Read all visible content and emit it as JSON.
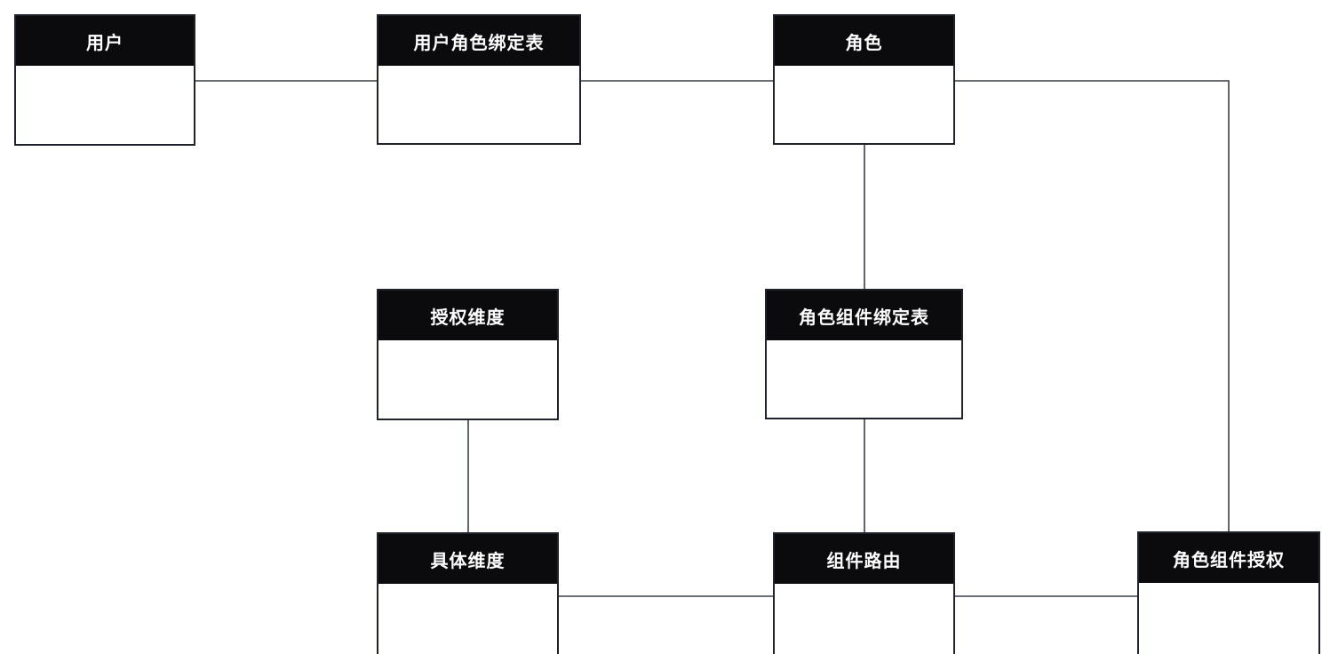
{
  "diagram": {
    "type": "entity-relationship",
    "background": "#ffffff",
    "colors": {
      "header_bg": "#0b0b0d",
      "header_text": "#ffffff",
      "body_bg": "#ffffff",
      "border": "#1f232b",
      "connector": "#3b3f48"
    },
    "nodes": [
      {
        "id": "user",
        "label": "用户"
      },
      {
        "id": "user_role_binding",
        "label": "用户角色绑定表"
      },
      {
        "id": "role",
        "label": "角色"
      },
      {
        "id": "auth_dimension",
        "label": "授权维度"
      },
      {
        "id": "role_component_binding",
        "label": "角色组件绑定表"
      },
      {
        "id": "concrete_dimension",
        "label": "具体维度"
      },
      {
        "id": "component_route",
        "label": "组件路由"
      },
      {
        "id": "role_component_auth",
        "label": "角色组件授权"
      }
    ],
    "edges": [
      {
        "from": "用户",
        "to": "用户角色绑定表"
      },
      {
        "from": "用户角色绑定表",
        "to": "角色"
      },
      {
        "from": "角色",
        "to": "角色组件绑定表"
      },
      {
        "from": "角色",
        "to": "角色组件授权"
      },
      {
        "from": "授权维度",
        "to": "具体维度"
      },
      {
        "from": "角色组件绑定表",
        "to": "组件路由"
      },
      {
        "from": "具体维度",
        "to": "组件路由"
      },
      {
        "from": "组件路由",
        "to": "角色组件授权"
      }
    ]
  }
}
